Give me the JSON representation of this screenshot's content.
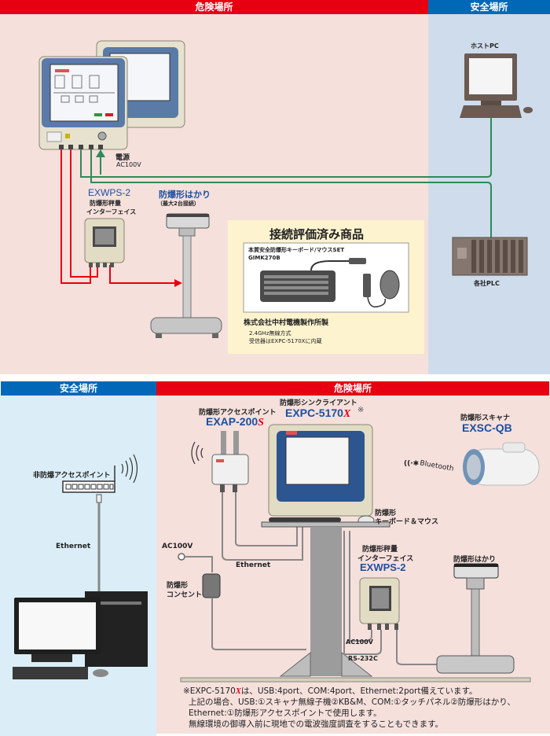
{
  "top_section": {
    "zone_danger_label": "危険場所",
    "zone_safe_label": "安全場所",
    "host_pc_label": "ホストPC",
    "plc_label": "各社PLC",
    "power_label": "電源",
    "power_value": "AC100V",
    "weighing_interface": {
      "model": "EXWPS-2",
      "name_line1": "防爆形秤量",
      "name_line2": "インターフェイス"
    },
    "scale": {
      "name": "防爆形はかり",
      "note": "（最大2台接続）"
    },
    "evaluated_products": {
      "title": "接続評価済み商品",
      "product_name": "本質安全防爆形キーボード/マウスSET",
      "product_code": "GIMK270B",
      "maker": "株式会社中村電機製作所製",
      "spec_line1": "2.4GHz無線方式",
      "spec_line2": "受信器はEXPC-5170Xに内蔵"
    }
  },
  "bottom_section": {
    "zone_safe_label": "安全場所",
    "zone_danger_label": "危険場所",
    "non_explosion_ap_label": "非防爆アクセスポイント",
    "ethernet_label_left": "Ethernet",
    "ethernet_label_center": "Ethernet",
    "access_point": {
      "name": "防爆形アクセスポイント",
      "model_main": "EXAP-200",
      "model_suffix": "S"
    },
    "thin_client": {
      "name": "防爆形シンクライアント",
      "model_main": "EXPC-5170",
      "model_suffix": "X",
      "mark": "※"
    },
    "scanner": {
      "name": "防爆形スキャナ",
      "model": "EXSC-QB",
      "wireless_label": "Bluetooth"
    },
    "keyboard_mouse": {
      "line1": "防爆形",
      "line2": "キーボード＆マウス"
    },
    "outlet": {
      "power_label": "AC100V",
      "line1": "防爆形",
      "line2": "コンセント"
    },
    "weighing_interface": {
      "line1": "防爆形秤量",
      "line2": "インターフェイス",
      "model": "EXWPS-2"
    },
    "scale_label": "防爆形はかり",
    "ac_label": "AC100V",
    "rs232c_label": "RS-232C",
    "notes": {
      "line1_prefix": "※EXPC-5170",
      "line1_suffix_mark": "X",
      "line1_rest": "は、USB:4port、COM:4port、Ethernet:2port備えています。",
      "line2": "上記の場合、USB:①スキャナ無線子機②KB&M、COM:①タッチパネル②防爆形はかり、",
      "line3": "Ethernet:①防爆形アクセスポイントで使用します。",
      "line4": "無線環境の御導入前に現地での電波強度調査をすることもできます。"
    }
  },
  "colors": {
    "danger_header": "#e60012",
    "safe_header": "#0068b7",
    "danger_zone": "#f5e0dc",
    "safe_zone_top": "#cfdcec",
    "safe_zone_bottom": "#dbeef8",
    "model_blue": "#1d4fa0",
    "network_green": "#2e8b57",
    "serial_red": "#e60012",
    "evaluated_box": "#fdf3cf"
  }
}
